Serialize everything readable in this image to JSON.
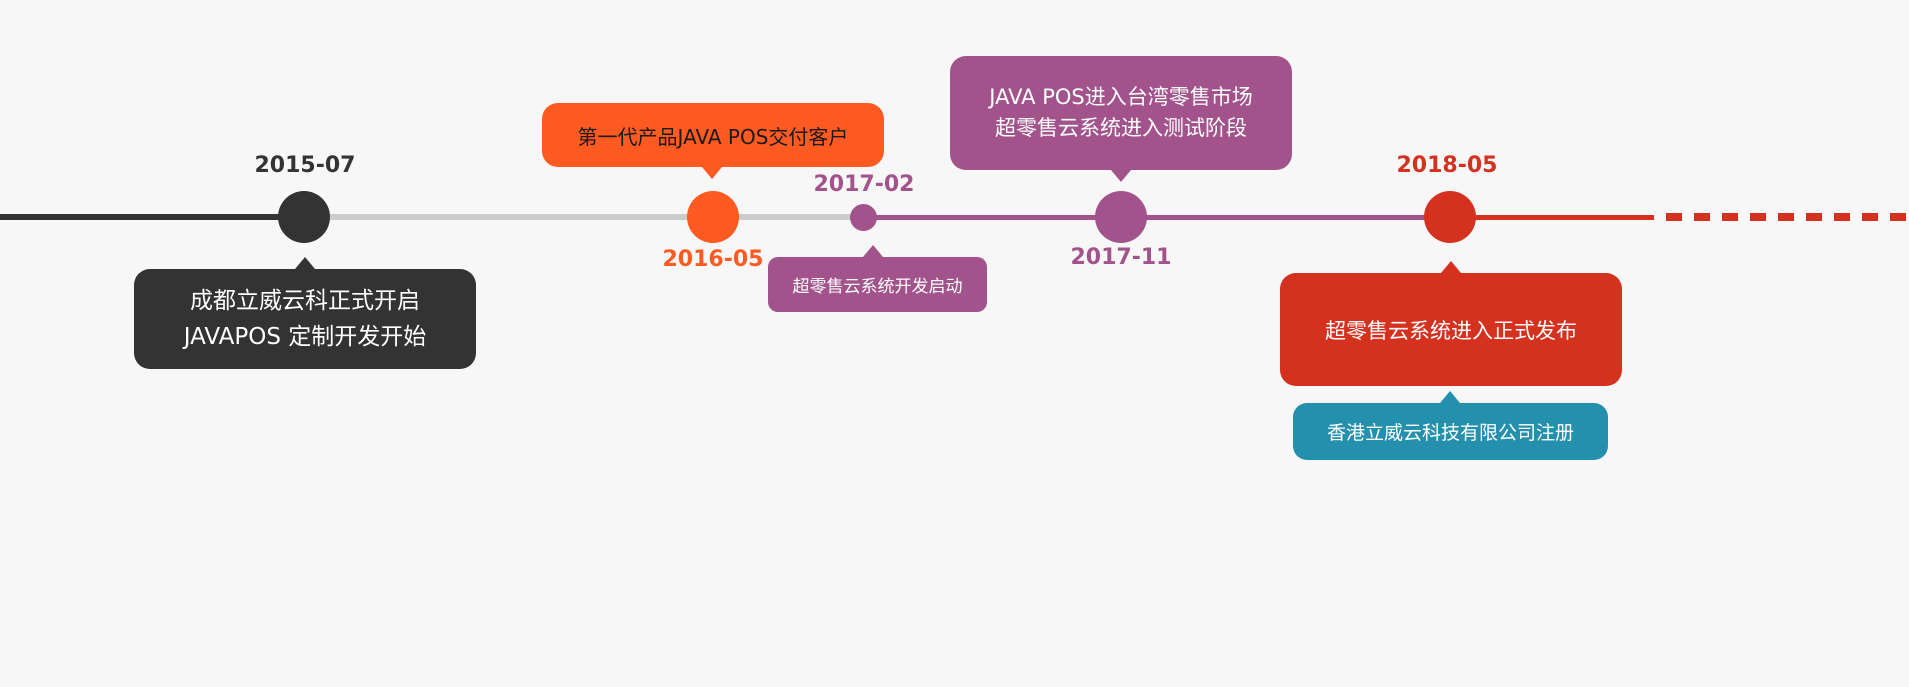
{
  "timeline": {
    "colors": {
      "dark": "#333333",
      "orange": "#ff5a22",
      "purple": "#a2538c",
      "red": "#d4311f",
      "teal": "#2590ad",
      "axis_grey": "#cccccc",
      "background": "#f7f7f7"
    },
    "events": [
      {
        "date": "2015-07",
        "lines": [
          "成都立威云科正式开启",
          "JAVAPOS 定制开发开始"
        ]
      },
      {
        "date": "2016-05",
        "lines": [
          "第一代产品JAVA POS交付客户"
        ]
      },
      {
        "date": "2017-02",
        "lines": [
          "超零售云系统开发启动"
        ]
      },
      {
        "date": "2017-11",
        "lines": [
          "JAVA POS进入台湾零售市场",
          "超零售云系统进入测试阶段"
        ]
      },
      {
        "date": "2018-05",
        "lines": [
          "超零售云系统进入正式发布"
        ],
        "secondary": "香港立威云科技有限公司注册"
      }
    ]
  }
}
